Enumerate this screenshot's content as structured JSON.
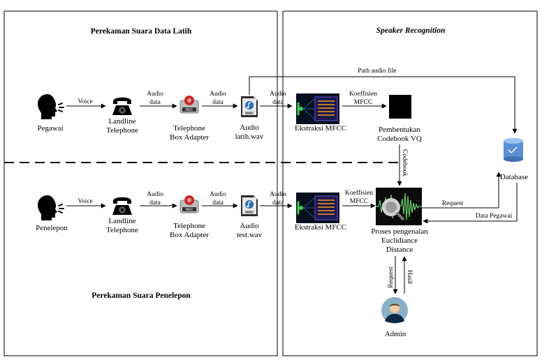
{
  "panels": {
    "left_top_title": "Perekaman Suara Data Latih",
    "left_bottom_title": "Perekaman Suara Penelepon",
    "right_title": "Speaker Recognition"
  },
  "nodes": {
    "pegawai": "Pegawai",
    "penelepon": "Penelepon",
    "landline_1": "Landline",
    "landline_2": "Telephone",
    "adapter_1": "Telephone",
    "adapter_2": "Box Adapter",
    "audio_latih_1": "Audio",
    "audio_latih_2": "latih.wav",
    "audio_test_1": "Audio",
    "audio_test_2": "test.wav",
    "ekstraksi": "Ekstraksi MFCC",
    "codebook_1": "Pembentukan",
    "codebook_2": "Codebook VQ",
    "proses_1": "Proses pengenalan",
    "proses_2": "Euclidiance",
    "proses_3": "Distance",
    "database": "Database",
    "admin": "Admin"
  },
  "badges": {
    "rec": "REC",
    "wav": "WAV"
  },
  "edges": {
    "voice": "Voice",
    "audio": "Audio",
    "data": "data",
    "koeffisien": "Koeffisien",
    "mfcc": "MFCC",
    "path_audio": "Path audio file",
    "codebook": "Codebook",
    "request": "Request",
    "data_pegawai": "Data Pegawai",
    "hasil": "Hasil"
  }
}
